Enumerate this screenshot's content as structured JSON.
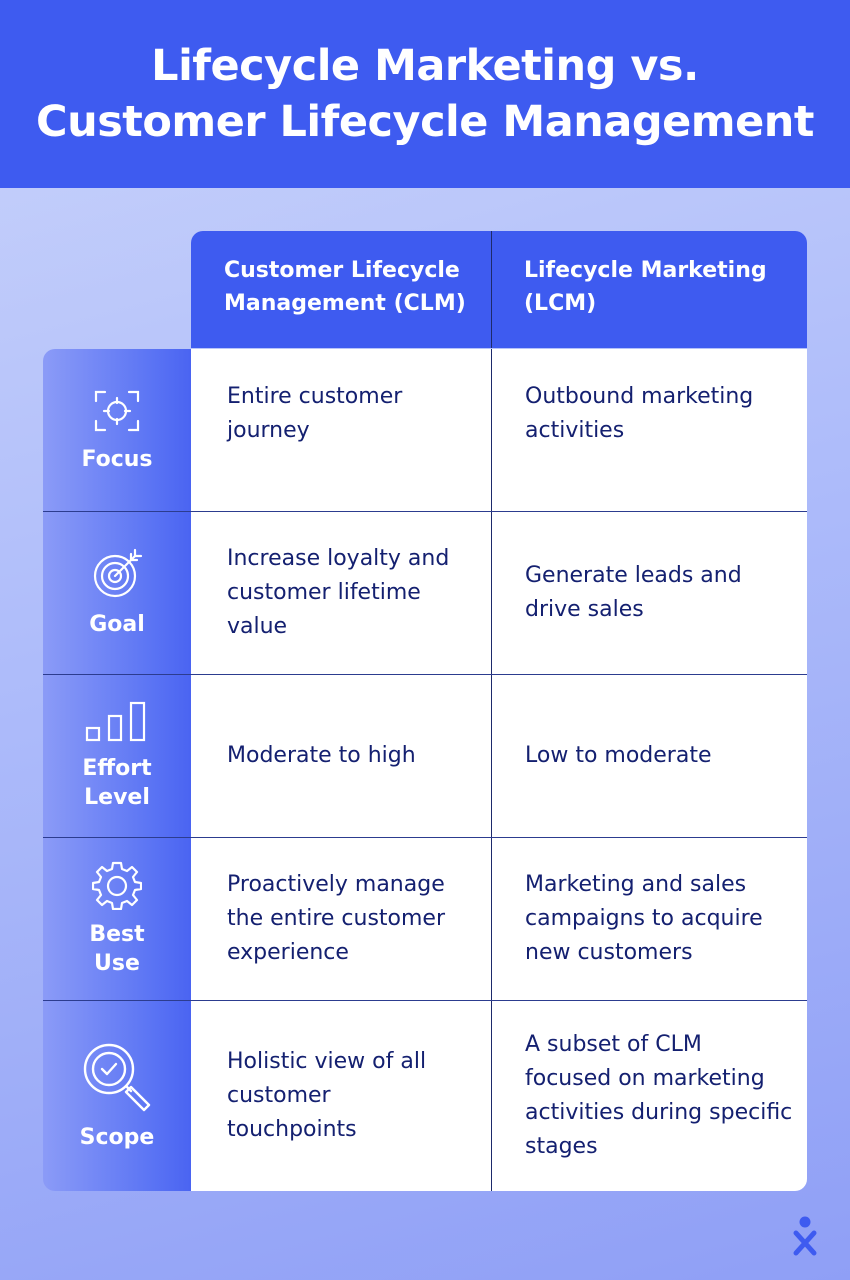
{
  "title": {
    "line1": "Lifecycle Marketing vs.",
    "line2": "Customer Lifecycle Management"
  },
  "columns": [
    {
      "label": "Customer Lifecycle Management (CLM)"
    },
    {
      "label": "Lifecycle Marketing (LCM)"
    }
  ],
  "rows": [
    {
      "label": "Focus",
      "icon": "focus-target-icon",
      "clm": "Entire customer journey",
      "lcm": "Outbound marketing activities"
    },
    {
      "label": "Goal",
      "icon": "bullseye-arrow-icon",
      "clm": "Increase loyalty and customer lifetime value",
      "lcm": "Generate leads and drive sales"
    },
    {
      "label": "Effort Level",
      "icon": "bar-level-icon",
      "clm": "Moderate to high",
      "lcm": "Low to moderate"
    },
    {
      "label": "Best Use",
      "icon": "gear-icon",
      "clm": "Proactively manage the entire customer experience",
      "lcm": "Marketing and sales campaigns to acquire new customers"
    },
    {
      "label": "Scope",
      "icon": "magnifier-check-icon",
      "clm": "Holistic view of all customer touchpoints",
      "lcm": "A subset of CLM focused on marketing activities during specific stages"
    }
  ],
  "colors": {
    "header_blue": "#3e5bf0",
    "text_navy": "#142070",
    "divider": "#2c3c8f",
    "white": "#ffffff"
  },
  "logo_icon": "person-logo-icon"
}
